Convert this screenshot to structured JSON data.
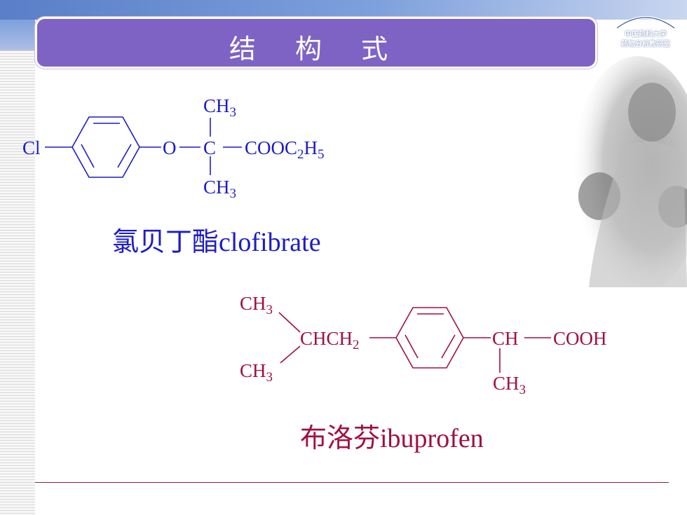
{
  "slide": {
    "title": "结 构 式",
    "logo_line1": "中国药科大学",
    "logo_line2": "药物分析教研室"
  },
  "clofibrate": {
    "label_cl": "Cl",
    "label_o": "O",
    "label_c": "C",
    "label_ch3_top": "CH",
    "label_ch3_top_sub": "3",
    "label_ch3_bottom": "CH",
    "label_ch3_bottom_sub": "3",
    "label_ester_a": "COOC",
    "label_ester_sub1": "2",
    "label_ester_b": "H",
    "label_ester_sub2": "5",
    "caption": "氯贝丁酯clofibrate",
    "color": "#1c1cc8"
  },
  "ibuprofen": {
    "label_ch3_upper": "CH",
    "label_ch3_upper_sub": "3",
    "label_ch3_lower": "CH",
    "label_ch3_lower_sub": "3",
    "label_chch2_a": "CHCH",
    "label_chch2_sub": "2",
    "label_ch": "CH",
    "label_cooh": "COOH",
    "label_ch3_right": "CH",
    "label_ch3_right_sub": "3",
    "caption": "布洛芬ibuprofen",
    "color": "#a01040"
  }
}
